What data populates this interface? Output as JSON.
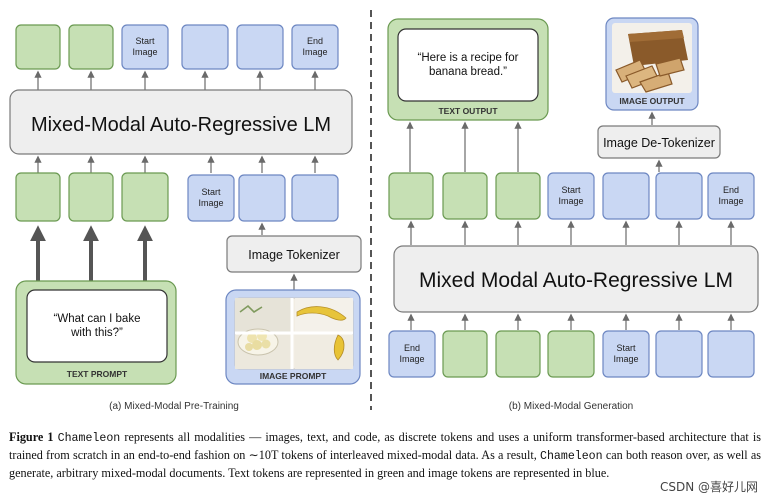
{
  "colors": {
    "text_fill": "#c6e0b4",
    "text_stroke": "#6b9a52",
    "image_fill": "#c9d7f3",
    "image_stroke": "#6d87c2",
    "lm_fill": "#eeeeee",
    "lm_stroke": "#7a7a7a"
  },
  "left": {
    "start_image": "Start Image",
    "end_image": "End Image",
    "lm_label": "Mixed-Modal Auto-Regressive LM",
    "image_tokenizer": "Image Tokenizer",
    "text_prompt_quote": "“What can I bake with this?”",
    "text_prompt_label": "TEXT PROMPT",
    "image_prompt_label": "IMAGE PROMPT",
    "subcaption": "(a) Mixed-Modal Pre-Training"
  },
  "right": {
    "text_output_quote": "“Here is a recipe for banana bread.”",
    "text_output_label": "TEXT OUTPUT",
    "image_output_label": "IMAGE OUTPUT",
    "image_detokenizer": "Image De-Tokenizer",
    "start_image": "Start Image",
    "end_image": "End Image",
    "lm_label": "Mixed Modal Auto-Regressive LM",
    "subcaption": "(b) Mixed-Modal Generation"
  },
  "caption": {
    "label": "Figure 1",
    "name": "Chameleon",
    "part1": " represents all modalities — images, text, and code, as discrete tokens and uses a uniform transformer-based architecture that is trained from scratch in an end-to-end fashion on ∼10T tokens of interleaved mixed-modal data. As a result, ",
    "name2": "Chameleon",
    "part2": " can both reason over, as well as generate, arbitrary mixed-modal documents. Text tokens are represented in green and image tokens are represented in blue."
  },
  "watermark": "CSDN @喜好儿网"
}
